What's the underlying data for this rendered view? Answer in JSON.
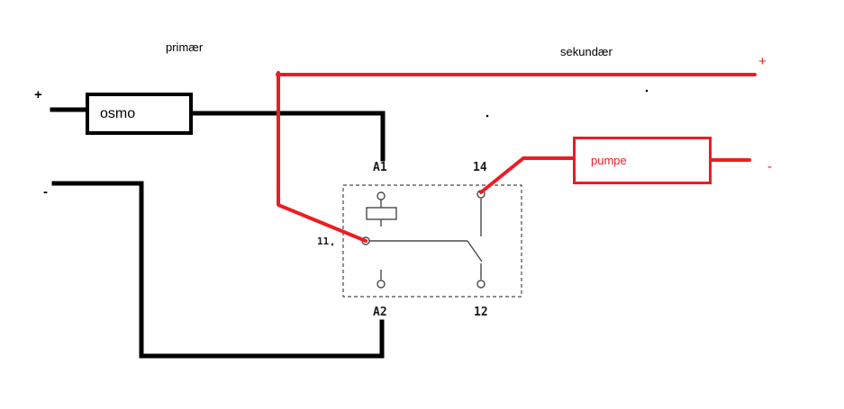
{
  "diagram": {
    "labels": {
      "primary_section": "primær",
      "secondary_section": "sekundær",
      "osmo_box": "osmo",
      "pumpe_box": "pumpe",
      "primary_plus": "+",
      "primary_minus": "-",
      "secondary_plus": "+",
      "secondary_minus": "-"
    },
    "relay": {
      "terminal_a1": "A1",
      "terminal_14": "14",
      "terminal_a2": "A2",
      "terminal_12": "12",
      "terminal_common": "11"
    },
    "colors": {
      "primary_wire": "#000000",
      "secondary_wire": "#ed1c24",
      "relay_outline": "#4a4a4a"
    }
  }
}
